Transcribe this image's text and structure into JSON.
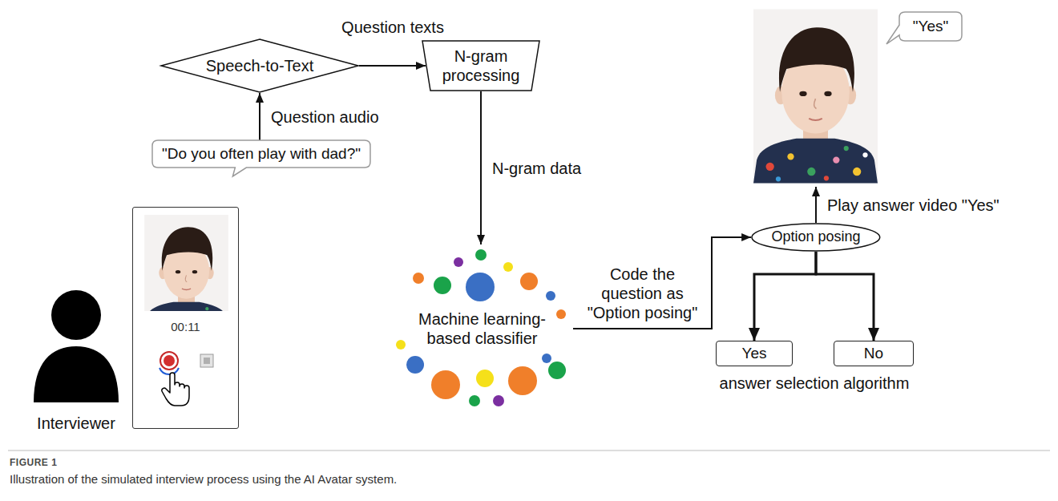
{
  "diagram": {
    "caption": "Illustration of the simulated interview process using the AI Avatar system.",
    "nodes": [
      {
        "text": [
          "Speech-to-Text"
        ]
      },
      {
        "text": [
          "N-gram processing"
        ]
      },
      {
        "text": [
          "\"Do you often play with dad?\""
        ]
      },
      {
        "text": [
          "00:11"
        ]
      },
      {
        "text": [
          "Machine learning-based classifier"
        ]
      },
      {
        "text": [
          "\"Yes\""
        ]
      },
      {
        "text": [
          "Option posing"
        ]
      },
      {
        "text": [
          "Yes"
        ]
      },
      {
        "text": [
          "No"
        ]
      }
    ],
    "edges": [
      {
        "from": 2,
        "to": 0,
        "arrow": "to",
        "label": "Question audio"
      },
      {
        "from": 0,
        "to": 1,
        "arrow": "to",
        "label": "Question texts"
      },
      {
        "from": 1,
        "to": 4,
        "arrow": "to",
        "label": "N-gram data"
      },
      {
        "from": 4,
        "to": 6,
        "arrow": "to",
        "label": "Code the question as \"Option posing\""
      },
      {
        "from": 6,
        "to": 7,
        "arrow": "to"
      },
      {
        "from": 6,
        "to": 8,
        "arrow": "to"
      }
    ],
    "labels": [
      "Interviewer",
      "Play answer video \"Yes\"",
      "answer selection algorithm",
      "FIGURE 1"
    ]
  }
}
